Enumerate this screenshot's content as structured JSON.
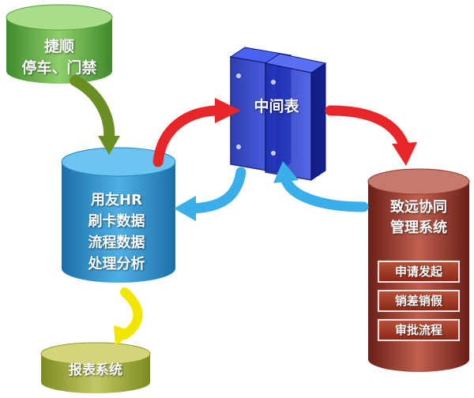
{
  "nodes": {
    "jieshun": {
      "lines": [
        "捷顺",
        "停车、门禁"
      ]
    },
    "yonyou": {
      "lines": [
        "用友HR",
        "刷卡数据",
        "流程数据",
        "处理分析"
      ]
    },
    "middle_table": {
      "label": "中间表"
    },
    "zhiyuan": {
      "lines": [
        "致远协同",
        "管理系统"
      ],
      "sub_items": [
        "申请发起",
        "销差销假",
        "审批流程"
      ]
    },
    "report": {
      "label": "报表系统"
    }
  },
  "colors": {
    "green": "#6aa84f",
    "blue_cylinder": "#2e86c1",
    "binder_blue": "#1f2fb0",
    "red_cylinder": "#8b2e23",
    "olive": "#9aa336",
    "arrow_red": "#e8262a",
    "arrow_cyan": "#39aee8",
    "arrow_yellow": "#f2e600",
    "arrow_olive": "#6b8e23"
  }
}
